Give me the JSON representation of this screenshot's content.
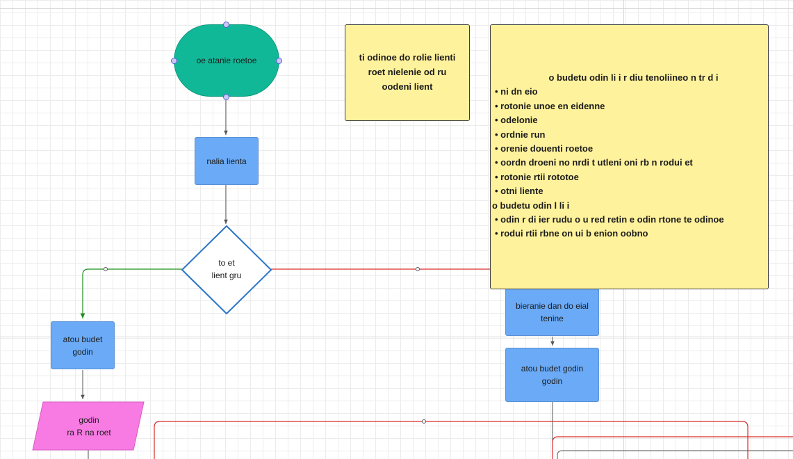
{
  "diagram": {
    "start": {
      "label": "oe atanie roetoe"
    },
    "step1": {
      "label": "nalia lienta"
    },
    "decision": {
      "label": "to et\nlient  gru"
    },
    "left_branch": {
      "label": "atou budet\ngodin"
    },
    "io_box": {
      "label": "godin\nra R na roet"
    },
    "right_step1": {
      "label": "bieranie dan do eial\ntenine"
    },
    "right_step2": {
      "label": "atou budet godin\ngodin"
    },
    "note_small": {
      "text": "ti odinoe do rolie  lienti\nroet    nielenie od ru\noodeni lient"
    },
    "note_large": {
      "title": "o budetu odin li i r diu tenoliineo n tr d i",
      "items": [
        "ni dn eio",
        "rotonie unoe en eidenne",
        "odelonie",
        "ordnie run",
        "orenie douenti roetoe",
        "oordn droeni no nrdi  t utleni  oni rb n rodui et",
        "rotonie rtii rototoe",
        "otni  liente"
      ],
      "subtitle": "o budetu odin l li i",
      "items2": [
        "odin r di ier rudu o u red retin e odin  rtone  te odinoe",
        "rodui rtii rbne  on ui b enion oobno"
      ]
    },
    "colors": {
      "terminator": "#11b897",
      "process": "#6aaaf6",
      "io": "#f77be3",
      "note": "#fff29c",
      "connector_yes": "#1a8f1a",
      "connector_no": "#d92b2b",
      "connector_default": "#555555",
      "handle": "#5b5bd6"
    }
  }
}
